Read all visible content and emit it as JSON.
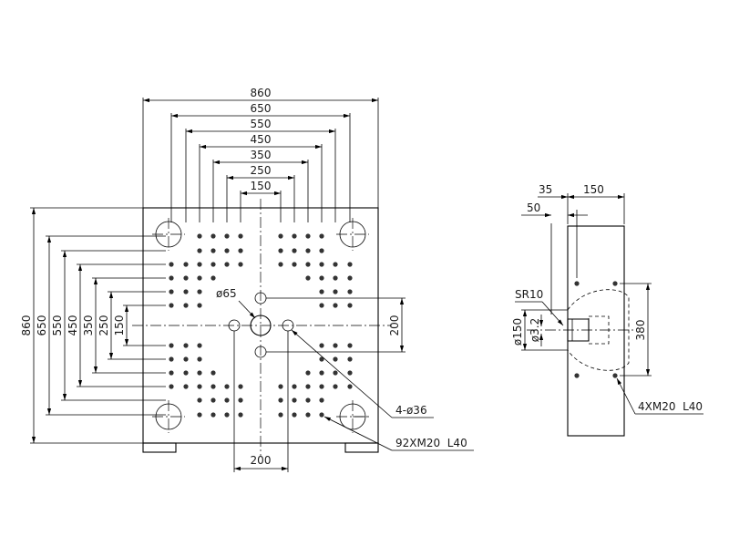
{
  "front_view": {
    "dims_top": [
      "860",
      "650",
      "550",
      "450",
      "350",
      "250",
      "150"
    ],
    "dims_left": [
      "860",
      "650",
      "550",
      "450",
      "350",
      "250",
      "150"
    ],
    "dim_right": "200",
    "dim_bottom": "200",
    "center_hole_label": "ø65",
    "hole_callout": "4-ø36",
    "thread_callout": "92XM20  L40"
  },
  "side_view": {
    "dim_35": "35",
    "dim_150": "150",
    "dim_50": "50",
    "sr_label": "SR10",
    "dia_150": "ø150",
    "dia_3_2": "ø3.2",
    "dim_380": "380",
    "thread_callout": "4XM20  L40"
  }
}
